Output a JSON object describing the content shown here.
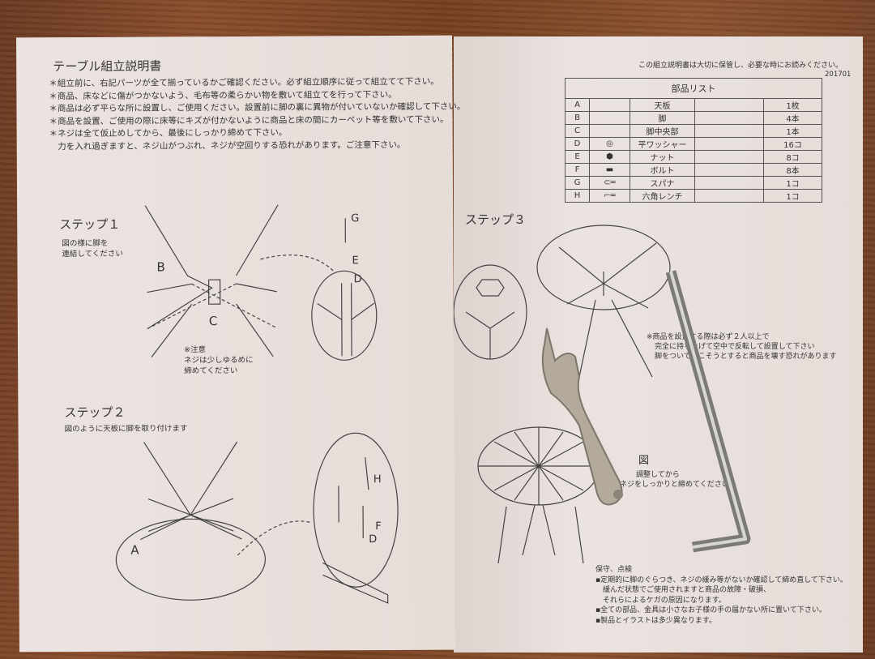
{
  "left_page": {
    "title": "テーブル組立説明書",
    "notes": [
      "＊組立前に、右記パーツが全て揃っているかご確認ください。必ず組立順序に従って組立てて下さい。",
      "＊商品、床などに傷がつかないよう、毛布等の柔らかい物を敷いて組立てを行って下さい。",
      "＊商品は必ず平らな所に設置し、ご使用ください。設置前に脚の裏に異物が付いていないか確認して下さい。",
      "＊商品を設置、ご使用の際に床等にキズが付かないように商品と床の間にカーペット等を敷いて下さい。",
      "＊ネジは全て仮止めしてから、最後にしっかり締めて下さい。",
      "　力を入れ過ぎますと、ネジ山がつぶれ、ネジが空回りする恐れがあります。ご注意下さい。"
    ],
    "step1": {
      "title": "ステップ１",
      "desc": [
        "図の様に脚を",
        "連結してください"
      ],
      "caution": [
        "※注意",
        "ネジは少しゆるめに",
        "締めてください"
      ],
      "labels": [
        "B",
        "C",
        "G",
        "E",
        "D"
      ]
    },
    "step2": {
      "title": "ステップ２",
      "desc": "図のように天板に脚を取り付けます",
      "labels": [
        "A",
        "H",
        "F",
        "D"
      ]
    }
  },
  "right_page": {
    "keep_notice": "この組立説明書は大切に保管し、必要な時にお読みください。",
    "code": "201701",
    "parts_list": {
      "title": "部品リスト",
      "rows": [
        {
          "id": "A",
          "icon": "",
          "name": "天板",
          "qty": "1枚"
        },
        {
          "id": "B",
          "icon": "",
          "name": "脚",
          "qty": "4本"
        },
        {
          "id": "C",
          "icon": "",
          "name": "脚中央部",
          "qty": "1本"
        },
        {
          "id": "D",
          "icon": "washer-icon",
          "name": "平ワッシャー",
          "qty": "16コ"
        },
        {
          "id": "E",
          "icon": "nut-icon",
          "name": "ナット",
          "qty": "8コ"
        },
        {
          "id": "F",
          "icon": "bolt-icon",
          "name": "ボルト",
          "qty": "8本"
        },
        {
          "id": "G",
          "icon": "spanner-icon",
          "name": "スパナ",
          "qty": "1コ"
        },
        {
          "id": "H",
          "icon": "hex-wrench-icon",
          "name": "六角レンチ",
          "qty": "1コ"
        }
      ]
    },
    "step3": {
      "title": "ステップ３",
      "warning": [
        "※商品を設置する際は必ず２人以上で",
        "完全に持ち上げて空中で反転して設置して下さい",
        "脚をついて起こそうとすると商品を壊す恐れがあります"
      ]
    },
    "step4": {
      "title_fragment": "図",
      "desc": [
        "調整してから",
        "ネジをしっかりと締めてください"
      ]
    },
    "maintenance": {
      "title": "保守、点検",
      "items": [
        "▪定期的に脚のぐらつき、ネジの緩み等がないか確認して締め直して下さい。",
        "　緩んだ状態でご使用されますと商品の故障・破損、",
        "　それらによるケガの原因になります。",
        "▪全ての部品、金具は小さなお子様の手の届かない所に置いて下さい。",
        "▪製品とイラストは多少異なります。"
      ]
    }
  }
}
